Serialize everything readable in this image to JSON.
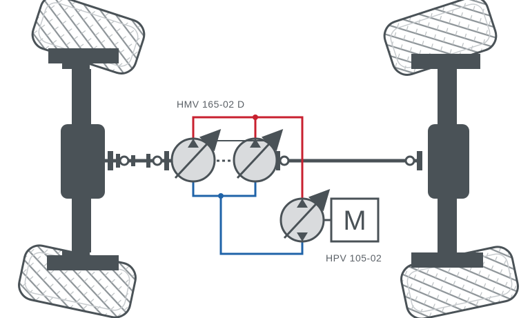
{
  "labels": {
    "hmv": "HMV 165-02 D",
    "hpv": "HPV 105-02",
    "motor": "M"
  },
  "colors": {
    "frame": "#4a5257",
    "pressure_line": "#c8202f",
    "return_line": "#1f63a8",
    "unit_fill": "#d9dbdd",
    "tread": "#9aa0a4",
    "label_text": "#5a6066"
  },
  "icons": [
    "wheel-icon",
    "hydraulic-motor-icon",
    "hydraulic-pump-icon",
    "electric-motor-icon",
    "cardan-joint-icon"
  ]
}
